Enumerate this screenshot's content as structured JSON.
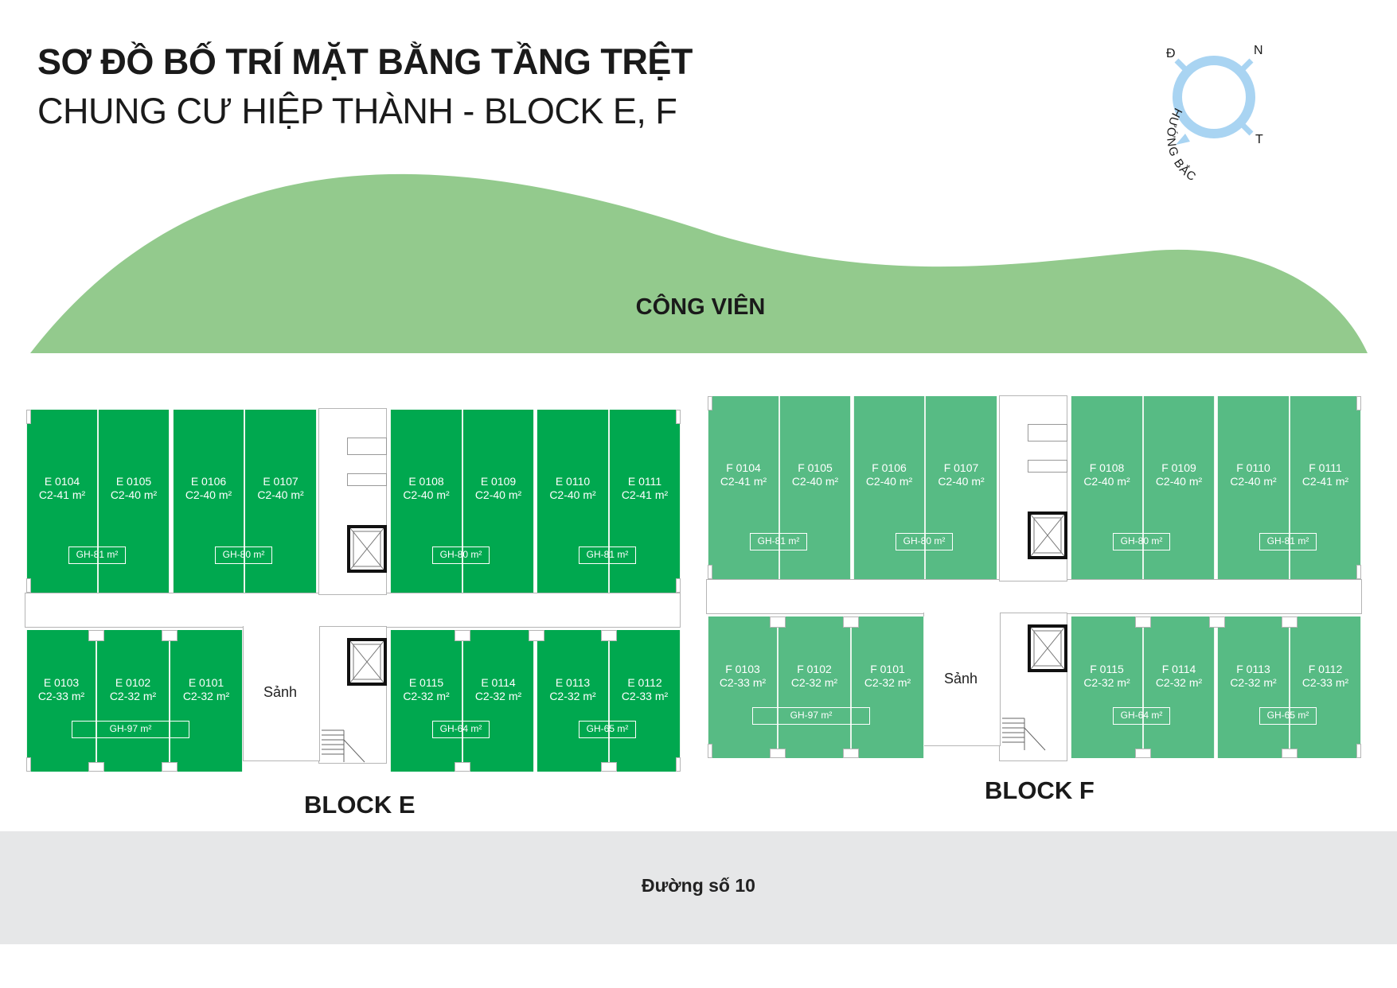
{
  "title_line1": "SƠ ĐỒ BỐ TRÍ MẶT BẰNG TẦNG TRỆT",
  "title_line2": "CHUNG CƯ HIỆP THÀNH - BLOCK E, F",
  "compass": {
    "d": "Đ",
    "n": "N",
    "t": "T",
    "huong_bac": "HƯỚNG BẮC"
  },
  "park_label": "CÔNG VIÊN",
  "road_label": "Đường số 10",
  "colors": {
    "park": "#93ca8d",
    "block_e": "#00a84f",
    "block_f": "#57bb84",
    "road": "#e6e7e8",
    "compass": "#a9d4f2"
  },
  "block_e": {
    "label": "BLOCK E",
    "sanh": "Sảnh",
    "top_units": [
      {
        "code": "E 0104",
        "area": "C2-41 m²"
      },
      {
        "code": "E 0105",
        "area": "C2-40 m²"
      },
      {
        "code": "E 0106",
        "area": "C2-40 m²"
      },
      {
        "code": "E 0107",
        "area": "C2-40 m²"
      },
      {
        "code": "E 0108",
        "area": "C2-40 m²"
      },
      {
        "code": "E 0109",
        "area": "C2-40 m²"
      },
      {
        "code": "E 0110",
        "area": "C2-40 m²"
      },
      {
        "code": "E 0111",
        "area": "C2-41 m²"
      }
    ],
    "bottom_units": [
      {
        "code": "E 0103",
        "area": "C2-33 m²"
      },
      {
        "code": "E 0102",
        "area": "C2-32 m²"
      },
      {
        "code": "E 0101",
        "area": "C2-32 m²"
      },
      {
        "code": "E 0115",
        "area": "C2-32 m²"
      },
      {
        "code": "E 0114",
        "area": "C2-32 m²"
      },
      {
        "code": "E 0113",
        "area": "C2-32 m²"
      },
      {
        "code": "E 0112",
        "area": "C2-33 m²"
      }
    ],
    "gh": [
      "GH-81 m²",
      "GH-80 m²",
      "GH-80 m²",
      "GH-81 m²",
      "GH-97 m²",
      "GH-64 m²",
      "GH-65 m²"
    ]
  },
  "block_f": {
    "label": "BLOCK F",
    "sanh": "Sảnh",
    "top_units": [
      {
        "code": "F 0104",
        "area": "C2-41 m²"
      },
      {
        "code": "F 0105",
        "area": "C2-40 m²"
      },
      {
        "code": "F 0106",
        "area": "C2-40 m²"
      },
      {
        "code": "F 0107",
        "area": "C2-40 m²"
      },
      {
        "code": "F 0108",
        "area": "C2-40 m²"
      },
      {
        "code": "F 0109",
        "area": "C2-40 m²"
      },
      {
        "code": "F 0110",
        "area": "C2-40 m²"
      },
      {
        "code": "F 0111",
        "area": "C2-41 m²"
      }
    ],
    "bottom_units": [
      {
        "code": "F 0103",
        "area": "C2-33 m²"
      },
      {
        "code": "F 0102",
        "area": "C2-32 m²"
      },
      {
        "code": "F 0101",
        "area": "C2-32 m²"
      },
      {
        "code": "F 0115",
        "area": "C2-32 m²"
      },
      {
        "code": "F 0114",
        "area": "C2-32 m²"
      },
      {
        "code": "F 0113",
        "area": "C2-32 m²"
      },
      {
        "code": "F 0112",
        "area": "C2-33 m²"
      }
    ],
    "gh": [
      "GH-81 m²",
      "GH-80 m²",
      "GH-80 m²",
      "GH-81 m²",
      "GH-97 m²",
      "GH-64 m²",
      "GH-65 m²"
    ]
  }
}
